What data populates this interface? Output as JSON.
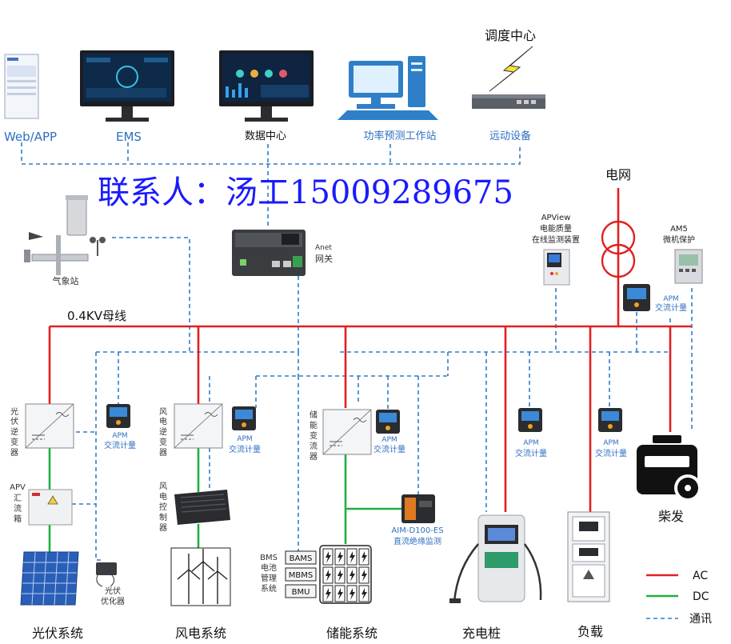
{
  "top": {
    "web_app": "Web/APP",
    "ems": "EMS",
    "data_center": "数据中心",
    "power_forecast": "功率预测工作站",
    "dispatch_center": "调度中心",
    "remote_device": "远动设备"
  },
  "contact": "联系人：汤工15009289675",
  "grid": "电网",
  "weather_station": "气象站",
  "gateway": {
    "model": "Anet",
    "name": "网关"
  },
  "bus": "0.4KV母线",
  "apview": {
    "model": "APView",
    "line1": "电能质量",
    "line2": "在线监测装置"
  },
  "am5": {
    "model": "AM5",
    "name": "微机保护"
  },
  "apm_model": "APM",
  "apm_label": "交流计量",
  "pv": {
    "inverter": [
      "光",
      "伏",
      "逆",
      "变",
      "器"
    ],
    "combiner_model": "APV",
    "combiner": [
      "汇",
      "流",
      "箱"
    ],
    "optimizer": [
      "光伏",
      "优化器"
    ],
    "system": "光伏系统"
  },
  "wind": {
    "inverter": [
      "风",
      "电",
      "逆",
      "变",
      "器"
    ],
    "controller": [
      "风",
      "电",
      "控",
      "制",
      "器"
    ],
    "system": "风电系统"
  },
  "storage": {
    "pcs": [
      "储",
      "能",
      "变",
      "流",
      "器"
    ],
    "bms_title": [
      "BMS",
      "电池",
      "管理",
      "系统"
    ],
    "bams": "BAMS",
    "mbms": "MBMS",
    "bmu": "BMU",
    "aim_model": "AIM-D100-ES",
    "aim_name": "直流绝缘监测",
    "system": "储能系统"
  },
  "charger": {
    "system": "充电桩"
  },
  "load": {
    "system": "负载"
  },
  "diesel": {
    "system": "柴发"
  },
  "legend": {
    "ac": "AC",
    "dc": "DC",
    "comm": "通讯"
  },
  "colors": {
    "ac": "#e02020",
    "dc": "#20b040",
    "comm": "#2f7fc8",
    "blue_text": "#1a1aff"
  }
}
